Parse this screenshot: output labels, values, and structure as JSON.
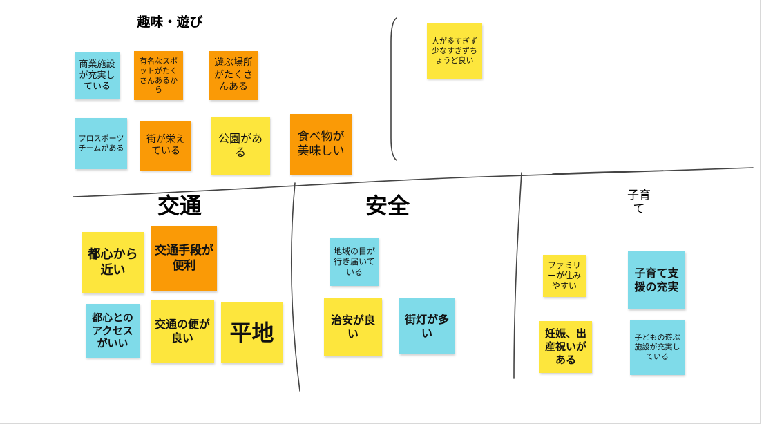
{
  "colors": {
    "sticky_blue": "#7fdbe9",
    "sticky_orange": "#fa9a06",
    "sticky_yellow": "#fde63d"
  },
  "headings": {
    "hobby": "趣味・遊び",
    "transport": "交通",
    "safety": "安全",
    "childcare": "子育て"
  },
  "notes": {
    "commercial": "商業施設が充実している",
    "famous_spots": "有名なスポットがたくさんあるから",
    "play_places": "遊ぶ場所がたくさんある",
    "pro_sports": "プロスポーツチームがある",
    "bustling_town": "街が栄えている",
    "parks": "公園がある",
    "food": "食べ物が美味しい",
    "crowd": "人が多すぎず少なすぎずちょうど良い",
    "near_center": "都心から近い",
    "convenient_transit": "交通手段が便利",
    "center_access": "都心とのアクセスがいい",
    "good_transit": "交通の便が良い",
    "flat_land": "平地",
    "community_watch": "地域の目が行き届いている",
    "public_safety": "治安が良い",
    "streetlights": "街灯が多い",
    "family_friendly": "ファミリーが住みやすい",
    "childcare_support": "子育て支援の充実",
    "pregnancy_gifts": "妊娠、出産祝いがある",
    "kids_facilities": "子どもの遊ぶ施設が充実している"
  }
}
